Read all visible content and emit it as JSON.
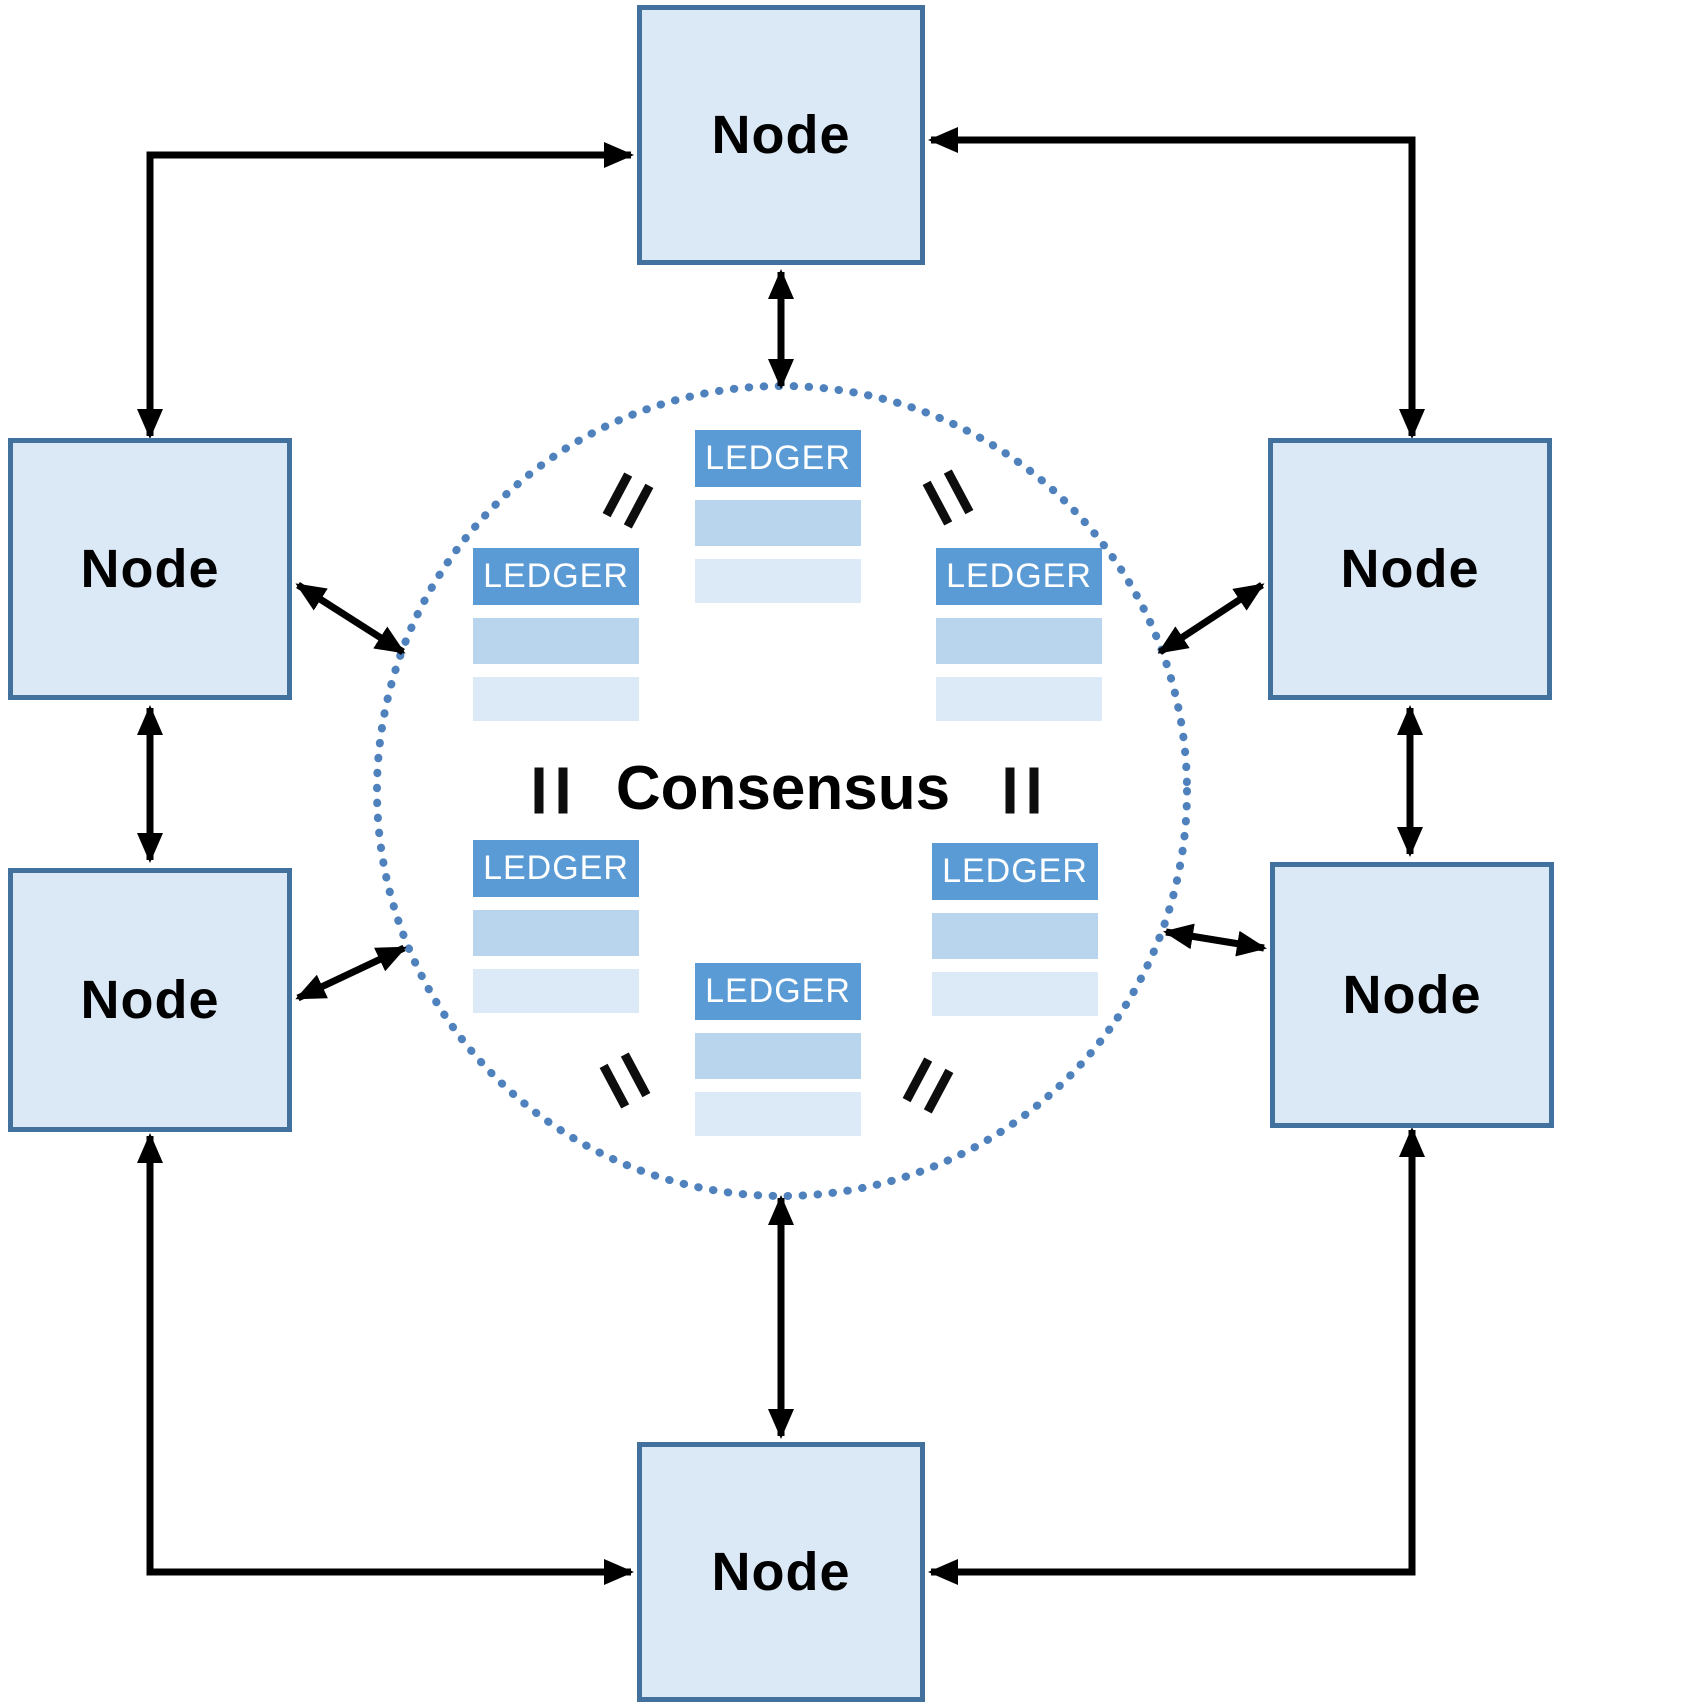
{
  "diagram": {
    "nodes": [
      {
        "id": "node-top",
        "label": "Node"
      },
      {
        "id": "node-left-upper",
        "label": "Node"
      },
      {
        "id": "node-right-upper",
        "label": "Node"
      },
      {
        "id": "node-left-lower",
        "label": "Node"
      },
      {
        "id": "node-right-lower",
        "label": "Node"
      },
      {
        "id": "node-bottom",
        "label": "Node"
      }
    ],
    "consensus_label": "Consensus",
    "ledgers": [
      {
        "position": "top",
        "label": "LEDGER"
      },
      {
        "position": "upper-left",
        "label": "LEDGER"
      },
      {
        "position": "upper-right",
        "label": "LEDGER"
      },
      {
        "position": "lower-left",
        "label": "LEDGER"
      },
      {
        "position": "lower-right",
        "label": "LEDGER"
      },
      {
        "position": "bottom",
        "label": "LEDGER"
      }
    ],
    "icons": {
      "equals-icon": "=",
      "arrow-icon": "double-headed-arrow"
    },
    "colors": {
      "node_fill": "#dbe8f6",
      "node_border": "#41719c",
      "ledger_header_bg": "#5b9bd5",
      "ledger_header_text": "#ffffff",
      "ledger_row_primary": "#b9d5ed",
      "ledger_row_secondary": "#dce9f7",
      "consensus_circle": "#4f81bd",
      "arrow": "#000000",
      "text": "#000000"
    }
  }
}
